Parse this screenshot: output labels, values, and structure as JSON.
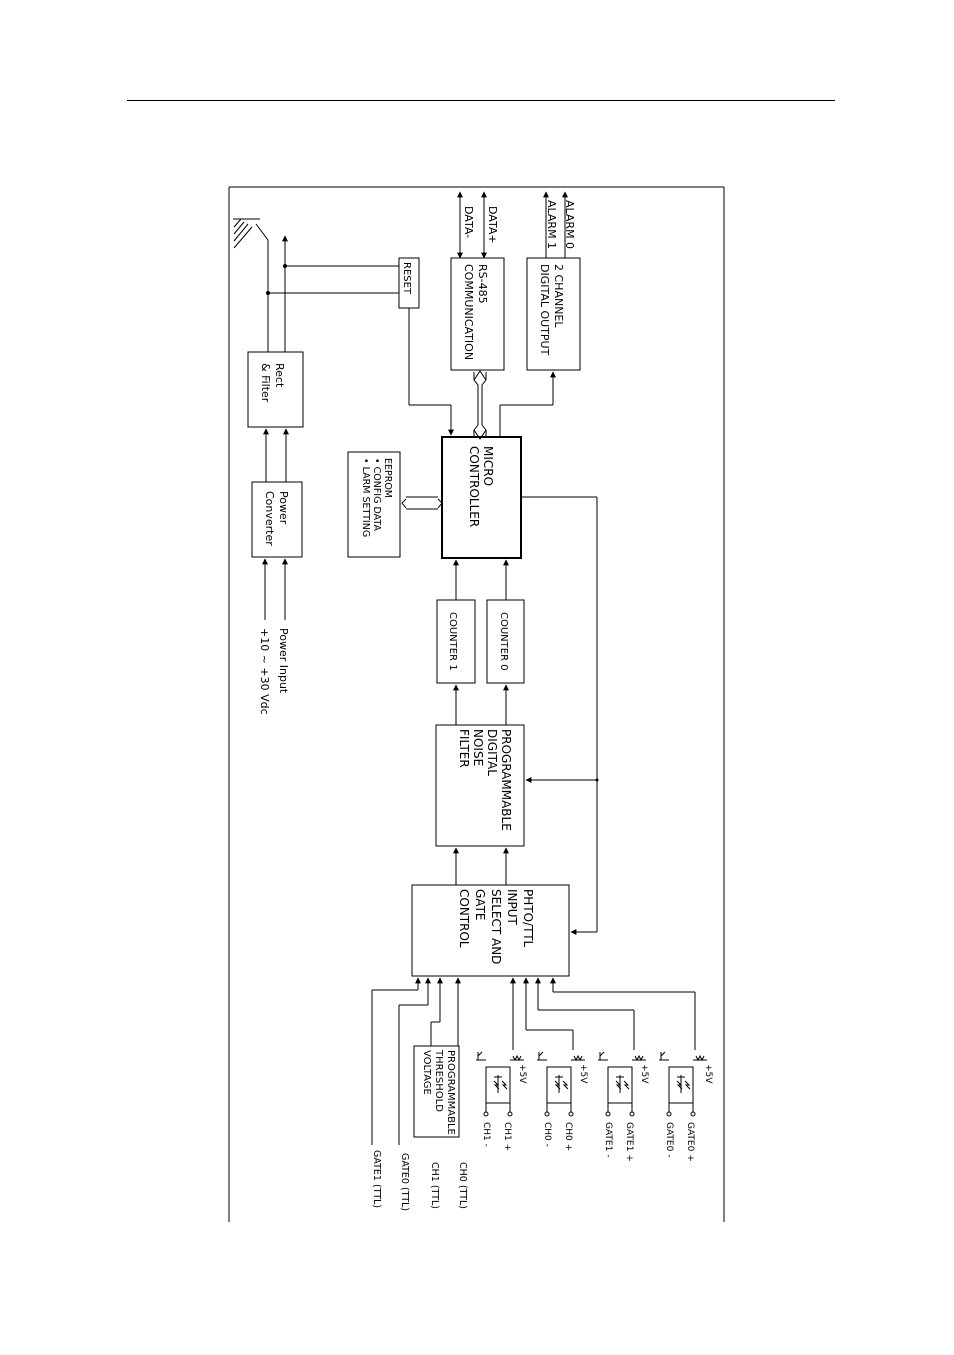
{
  "blocks": {
    "rect_filter": [
      "Rect",
      "& Filter"
    ],
    "power_converter": [
      "Power",
      "Converter"
    ],
    "reset": "RESET",
    "rs485": [
      "RS-485",
      "COMMUNICATION"
    ],
    "digital_output": [
      "2 CHANNEL",
      "DIGITAL OUTPUT"
    ],
    "micro": [
      "MICRO",
      "CONTROLLER"
    ],
    "eeprom": [
      "EEPROM",
      "• CONFIG DATA",
      "• LARM SETTING"
    ],
    "counter0": "COUNTER 0",
    "counter1": "COUNTER 1",
    "filter": [
      "PROGRAMMABLE",
      "DIGITAL",
      "NOISE",
      "FILTER"
    ],
    "gate": [
      "PHTO/TTL",
      "INPUT",
      "SELECT AND",
      "GATE",
      "CONTROL"
    ],
    "threshold": [
      "PROGRAMMABLE",
      "THRESHOLD",
      "VOLTAGE"
    ]
  },
  "signals": {
    "data_plus": "DATA+",
    "data_minus": "DATA-",
    "alarm0": "ALARM 0",
    "alarm1": "ALARM 1",
    "power_input": "Power Input",
    "power_range": "+10 ~ +30 Vdc",
    "plus5v": "+5V",
    "ch1_plus": "CH1 +",
    "ch1_minus": "CH1 -",
    "ch0_plus": "CH0 +",
    "ch0_minus": "CH0 -",
    "gate1_plus": "GATE1 +",
    "gate1_minus": "GATE1 -",
    "gate0_plus": "GATE0 +",
    "gate0_minus": "GATE0 -",
    "ch0_ttl": "CH0 (TTL)",
    "ch1_ttl": "CH1 (TTL)",
    "gate0_ttl": "GATE0 (TTL)",
    "gate1_ttl": "GATE1 (TTL)"
  }
}
